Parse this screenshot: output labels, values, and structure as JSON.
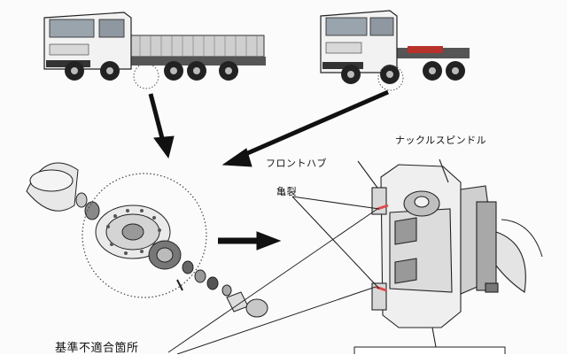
{
  "labels": {
    "knuckle_spindle": "ナックルスピンドル",
    "front_hub": "フロントハブ",
    "crack": "亀裂",
    "nonconforming": "基準不適合箇所"
  },
  "colors": {
    "ink": "#111111",
    "body_gray": "#c9c9c9",
    "cab_white": "#f2f2f2",
    "highlight_red": "#e24a4a",
    "accent_red": "#b8322b"
  }
}
